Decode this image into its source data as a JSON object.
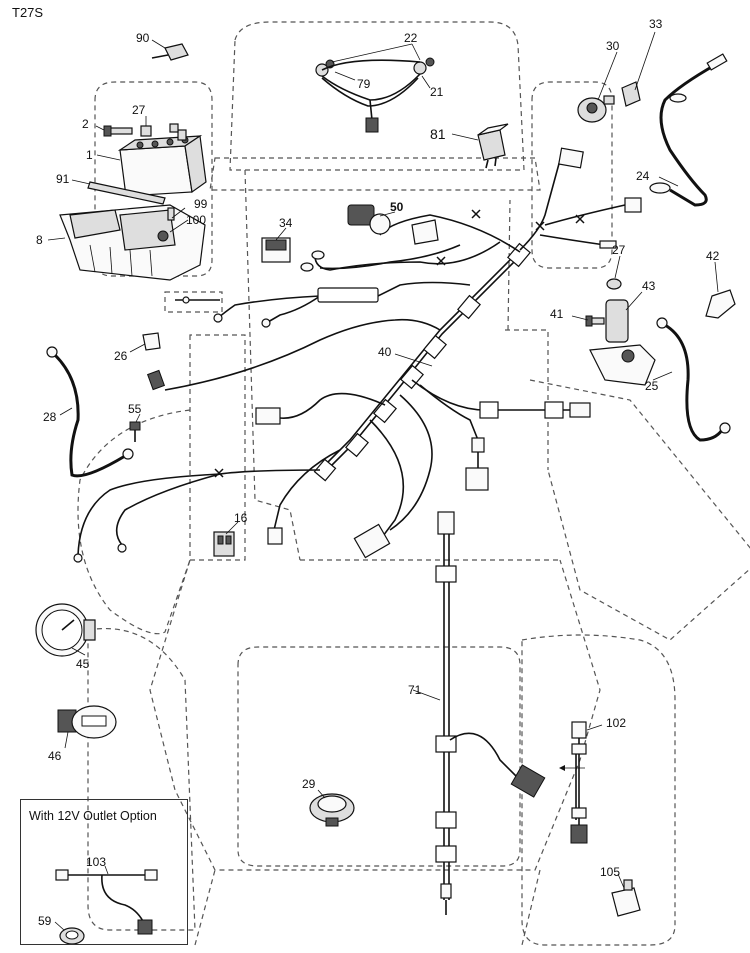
{
  "page_code": "T27S",
  "option_box": {
    "title": "With 12V Outlet Option"
  },
  "callouts": {
    "p1": "1",
    "p2": "2",
    "p8": "8",
    "p16": "16",
    "p21": "21",
    "p22": "22",
    "p24": "24",
    "p25": "25",
    "p26": "26",
    "p27a": "27",
    "p27b": "27",
    "p28": "28",
    "p29": "29",
    "p30": "30",
    "p33": "33",
    "p34": "34",
    "p40": "40",
    "p41": "41",
    "p42": "42",
    "p43": "43",
    "p45": "45",
    "p46": "46",
    "p50": "50",
    "p55": "55",
    "p59": "59",
    "p71": "71",
    "p79": "79",
    "p81": "81",
    "p90": "90",
    "p91": "91",
    "p99": "99",
    "p100": "100",
    "p102": "102",
    "p103": "103",
    "p105": "105"
  },
  "colors": {
    "line": "#111111",
    "dashed_outline": "#555555",
    "part_fill": "#dedede"
  }
}
